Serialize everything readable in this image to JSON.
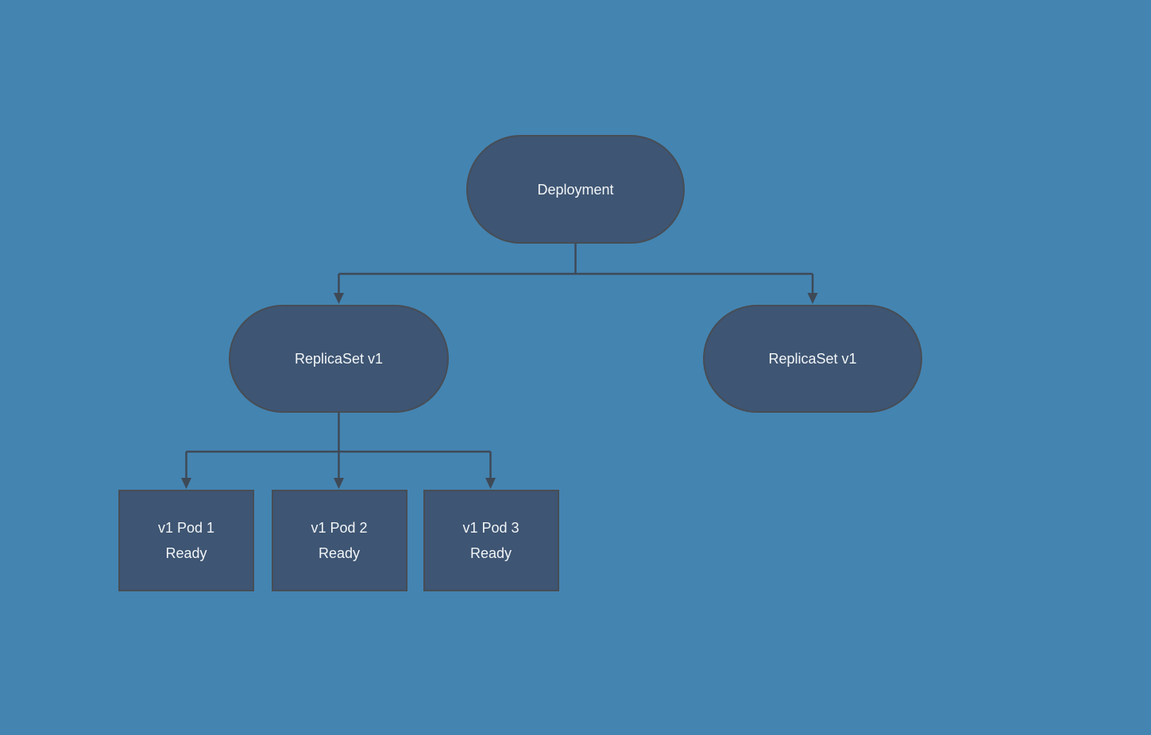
{
  "colors": {
    "background": "#4484B1",
    "node-fill": "#3E5573",
    "node-border": "#474D55",
    "connector": "#3E4956",
    "text": "#F2F5F7"
  },
  "diagram": {
    "nodes": {
      "deployment": {
        "label": "Deployment"
      },
      "replicaset_left": {
        "label": "ReplicaSet v1"
      },
      "replicaset_right": {
        "label": "ReplicaSet v1"
      },
      "pod1": {
        "name": "v1 Pod 1",
        "status": "Ready"
      },
      "pod2": {
        "name": "v1 Pod 2",
        "status": "Ready"
      },
      "pod3": {
        "name": "v1 Pod 3",
        "status": "Ready"
      }
    }
  }
}
